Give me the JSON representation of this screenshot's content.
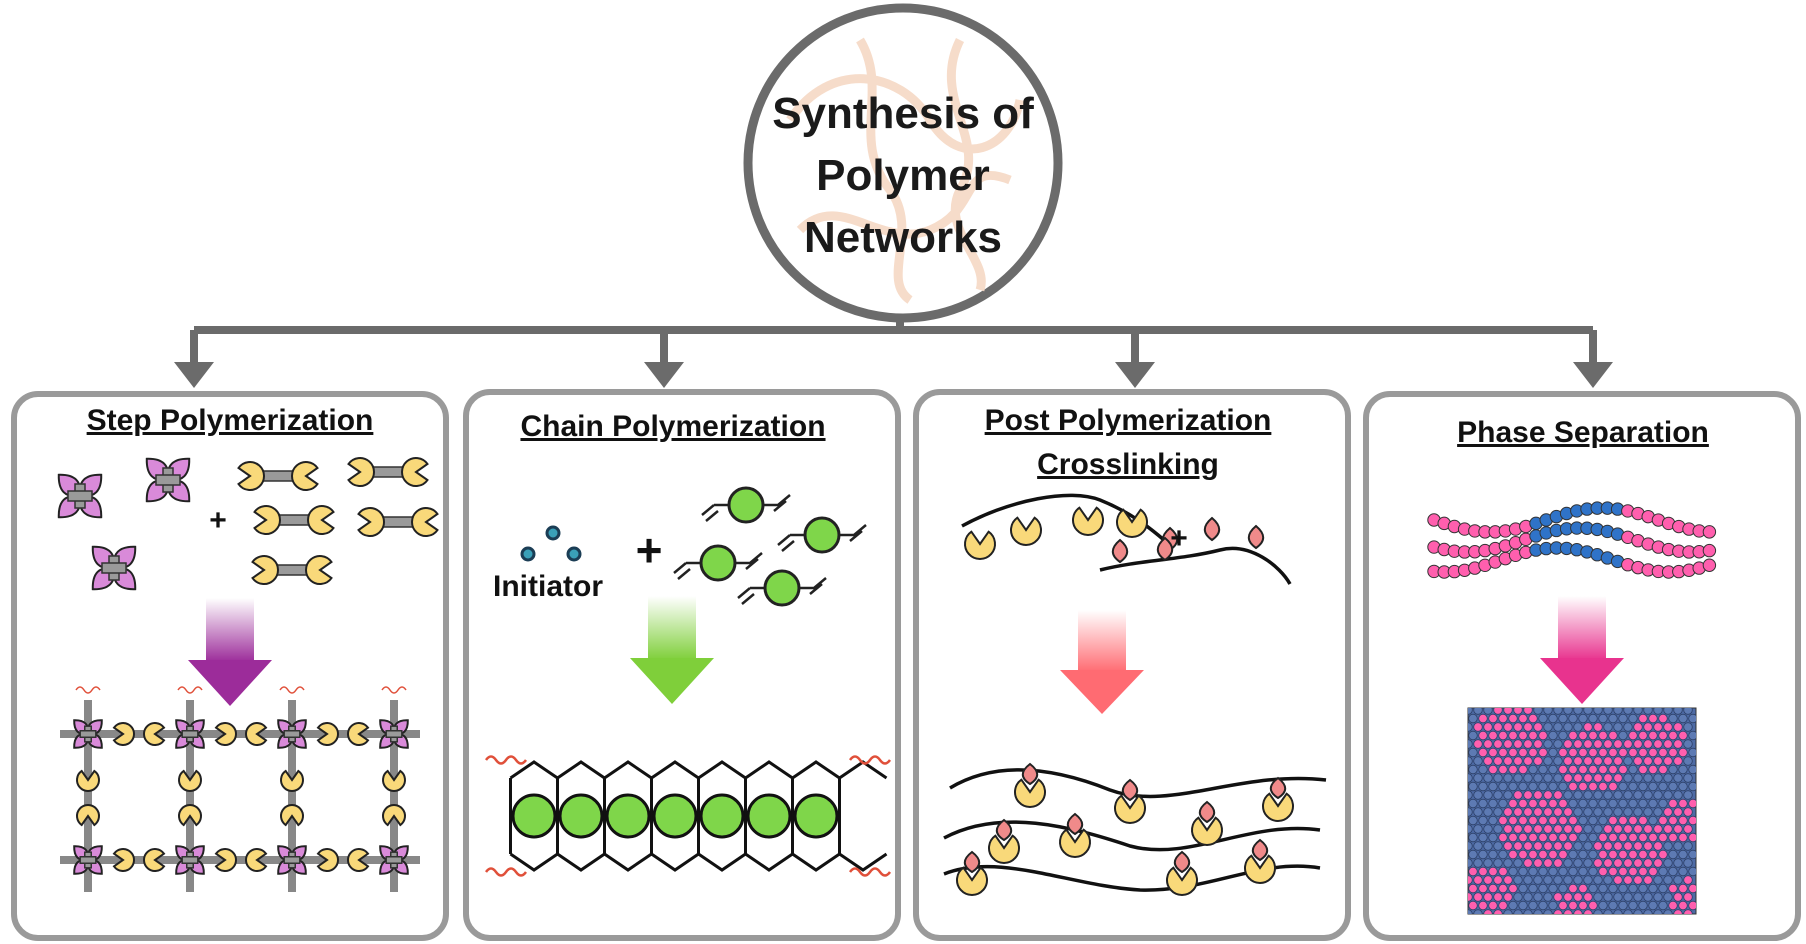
{
  "title": {
    "line1": "Synthesis of",
    "line2": "Polymer",
    "line3": "Networks"
  },
  "panels": [
    {
      "title_line1": "Step Polymerization",
      "title_line2": "",
      "arrow_color": "#9c2c9a"
    },
    {
      "title_line1": "Chain Polymerization",
      "title_line2": "",
      "arrow_color": "#7fcf3a"
    },
    {
      "title_line1": "Post Polymerization",
      "title_line2": "Crosslinking",
      "arrow_color": "#ff6b72"
    },
    {
      "title_line1": "Phase Separation",
      "title_line2": "",
      "arrow_color": "#e8338e"
    }
  ],
  "labels": {
    "initiator": "Initiator",
    "plus": "+"
  },
  "colors": {
    "frame": "#8a8a8a",
    "connector": "#6b6b6b",
    "tetra_monomer": "#d98ad9",
    "pacman_monomer": "#f9d97a",
    "vinyl_monomer": "#7fd64a",
    "initiator_dot": "#3aa0b8",
    "pendant_group": "#f08a8a",
    "block_a": "#ff5fae",
    "block_b": "#2f73c8",
    "phase_matrix": "#4e6ba6"
  }
}
